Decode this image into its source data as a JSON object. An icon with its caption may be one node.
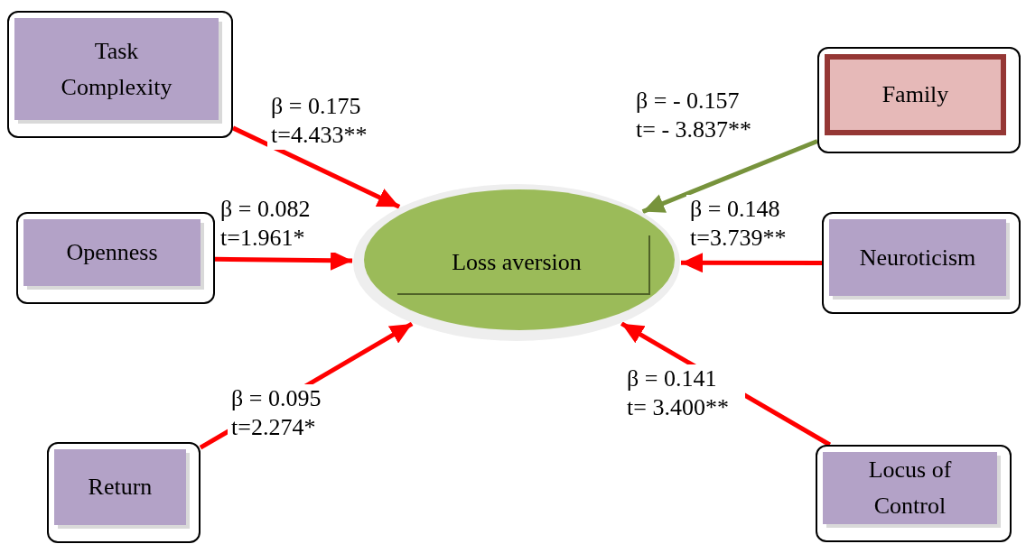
{
  "diagram": {
    "nodes": [
      {
        "text": [
          "Task Complexity"
        ]
      },
      {
        "text": [
          "Family"
        ]
      },
      {
        "text": [
          "Openness"
        ]
      },
      {
        "text": [
          "Loss aversion"
        ]
      },
      {
        "text": [
          "Neuroticism"
        ]
      },
      {
        "text": [
          "Return"
        ]
      },
      {
        "text": [
          "Locus of Control"
        ]
      }
    ],
    "edges": [
      {
        "from": 0,
        "to": 3,
        "arrow": "to",
        "label": "β = 0.175 t=4.433**"
      },
      {
        "from": 1,
        "to": 3,
        "arrow": "to",
        "label": "β = - 0.157 t= - 3.837**",
        "color": "#77933c"
      },
      {
        "from": 2,
        "to": 3,
        "arrow": "to",
        "label": "β = 0.082 t=1.961*"
      },
      {
        "from": 4,
        "to": 3,
        "arrow": "to",
        "label": "β = 0.148 t=3.739**"
      },
      {
        "from": 5,
        "to": 3,
        "arrow": "to",
        "label": "β = 0.095 t=2.274*"
      },
      {
        "from": 6,
        "to": 3,
        "arrow": "to",
        "label": "β = 0.141 t= 3.400**"
      }
    ]
  }
}
